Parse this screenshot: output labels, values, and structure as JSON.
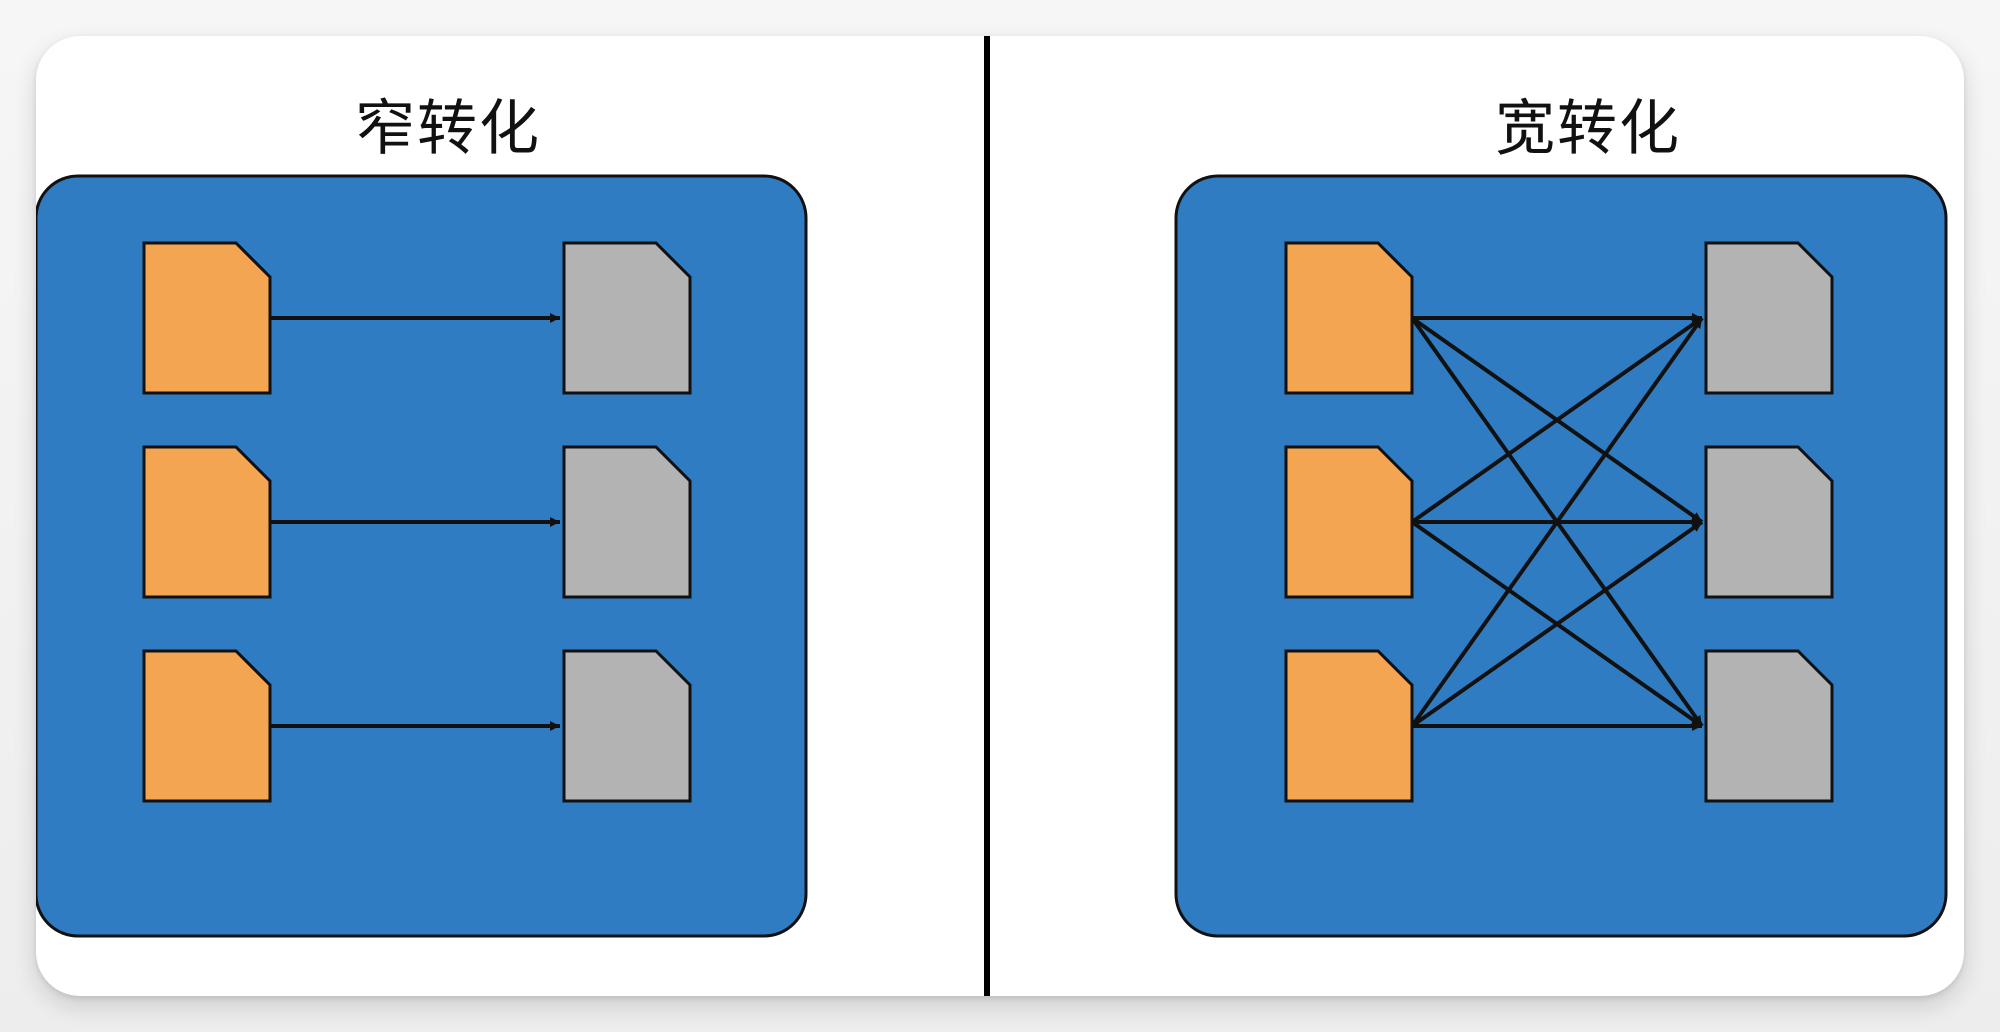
{
  "panels": {
    "left": {
      "title": "窄转化"
    },
    "right": {
      "title": "宽转化"
    }
  },
  "colors": {
    "panel_bg": "#2f7cc2",
    "source_fill": "#f3a552",
    "target_fill": "#b3b3b3",
    "stroke": "#111111"
  },
  "diagram": {
    "left_links": [
      [
        0,
        0
      ],
      [
        1,
        1
      ],
      [
        2,
        2
      ]
    ],
    "right_links": [
      [
        0,
        0
      ],
      [
        0,
        1
      ],
      [
        0,
        2
      ],
      [
        1,
        0
      ],
      [
        1,
        1
      ],
      [
        1,
        2
      ],
      [
        2,
        0
      ],
      [
        2,
        1
      ],
      [
        2,
        2
      ]
    ]
  }
}
